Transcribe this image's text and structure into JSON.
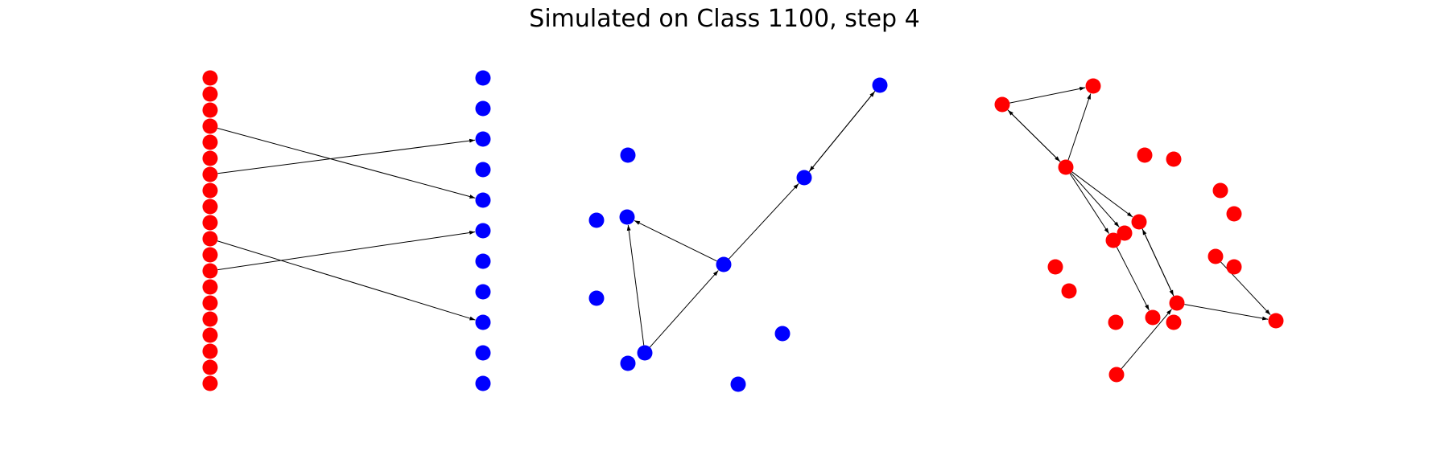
{
  "title": "Simulated on Class 1100, step 4",
  "colors": {
    "red": "#ff0000",
    "blue": "#0000ff",
    "edge": "#000000"
  },
  "graphs": [
    {
      "id": "bipartite",
      "nodes": [
        {
          "id": "L0",
          "color": "red"
        },
        {
          "id": "L1",
          "color": "red"
        },
        {
          "id": "L2",
          "color": "red"
        },
        {
          "id": "L3",
          "color": "red"
        },
        {
          "id": "L4",
          "color": "red"
        },
        {
          "id": "L5",
          "color": "red"
        },
        {
          "id": "L6",
          "color": "red"
        },
        {
          "id": "L7",
          "color": "red"
        },
        {
          "id": "L8",
          "color": "red"
        },
        {
          "id": "L9",
          "color": "red"
        },
        {
          "id": "L10",
          "color": "red"
        },
        {
          "id": "L11",
          "color": "red"
        },
        {
          "id": "L12",
          "color": "red"
        },
        {
          "id": "L13",
          "color": "red"
        },
        {
          "id": "L14",
          "color": "red"
        },
        {
          "id": "L15",
          "color": "red"
        },
        {
          "id": "L16",
          "color": "red"
        },
        {
          "id": "L17",
          "color": "red"
        },
        {
          "id": "L18",
          "color": "red"
        },
        {
          "id": "L19",
          "color": "red"
        },
        {
          "id": "R0",
          "color": "blue"
        },
        {
          "id": "R1",
          "color": "blue"
        },
        {
          "id": "R2",
          "color": "blue"
        },
        {
          "id": "R3",
          "color": "blue"
        },
        {
          "id": "R4",
          "color": "blue"
        },
        {
          "id": "R5",
          "color": "blue"
        },
        {
          "id": "R6",
          "color": "blue"
        },
        {
          "id": "R7",
          "color": "blue"
        },
        {
          "id": "R8",
          "color": "blue"
        },
        {
          "id": "R9",
          "color": "blue"
        },
        {
          "id": "R10",
          "color": "blue"
        }
      ],
      "edges": [
        {
          "from": "L3",
          "to": "R4"
        },
        {
          "from": "L6",
          "to": "R2"
        },
        {
          "from": "L10",
          "to": "R8"
        },
        {
          "from": "L12",
          "to": "R5"
        }
      ]
    },
    {
      "id": "blue-graph",
      "nodes": [
        {
          "id": "B0",
          "color": "blue"
        },
        {
          "id": "B1",
          "color": "blue"
        },
        {
          "id": "B2",
          "color": "blue"
        },
        {
          "id": "B3",
          "color": "blue"
        },
        {
          "id": "B4",
          "color": "blue"
        },
        {
          "id": "B5",
          "color": "blue"
        },
        {
          "id": "B6",
          "color": "blue"
        },
        {
          "id": "B7",
          "color": "blue"
        },
        {
          "id": "B8",
          "color": "blue"
        },
        {
          "id": "B9",
          "color": "blue"
        },
        {
          "id": "B10",
          "color": "blue"
        }
      ],
      "edges": [
        {
          "from": "B8",
          "to": "B2"
        },
        {
          "from": "B8",
          "to": "B4"
        },
        {
          "from": "B4",
          "to": "B2"
        },
        {
          "from": "B4",
          "to": "B6"
        },
        {
          "from": "B6",
          "to": "B7"
        },
        {
          "from": "B7",
          "to": "B6"
        }
      ]
    },
    {
      "id": "red-graph",
      "nodes": [
        {
          "id": "N0",
          "color": "red"
        },
        {
          "id": "N1",
          "color": "red"
        },
        {
          "id": "N2",
          "color": "red"
        },
        {
          "id": "N3",
          "color": "red"
        },
        {
          "id": "N4",
          "color": "red"
        },
        {
          "id": "N5",
          "color": "red"
        },
        {
          "id": "N6",
          "color": "red"
        },
        {
          "id": "N7",
          "color": "red"
        },
        {
          "id": "N8",
          "color": "red"
        },
        {
          "id": "N9",
          "color": "red"
        },
        {
          "id": "N10",
          "color": "red"
        },
        {
          "id": "N11",
          "color": "red"
        },
        {
          "id": "N12",
          "color": "red"
        },
        {
          "id": "N13",
          "color": "red"
        },
        {
          "id": "N14",
          "color": "red"
        },
        {
          "id": "N15",
          "color": "red"
        },
        {
          "id": "N16",
          "color": "red"
        },
        {
          "id": "N17",
          "color": "red"
        },
        {
          "id": "N18",
          "color": "red"
        },
        {
          "id": "N19",
          "color": "red"
        }
      ],
      "edges": [
        {
          "from": "N0",
          "to": "N1"
        },
        {
          "from": "N2",
          "to": "N0"
        },
        {
          "from": "N0",
          "to": "N2"
        },
        {
          "from": "N2",
          "to": "N1"
        },
        {
          "from": "N2",
          "to": "N7"
        },
        {
          "from": "N2",
          "to": "N8"
        },
        {
          "from": "N2",
          "to": "N9"
        },
        {
          "from": "N9",
          "to": "N16"
        },
        {
          "from": "N7",
          "to": "N17"
        },
        {
          "from": "N17",
          "to": "N7"
        },
        {
          "from": "N17",
          "to": "N19"
        },
        {
          "from": "N11",
          "to": "N19"
        },
        {
          "from": "N18",
          "to": "N17"
        }
      ]
    }
  ]
}
